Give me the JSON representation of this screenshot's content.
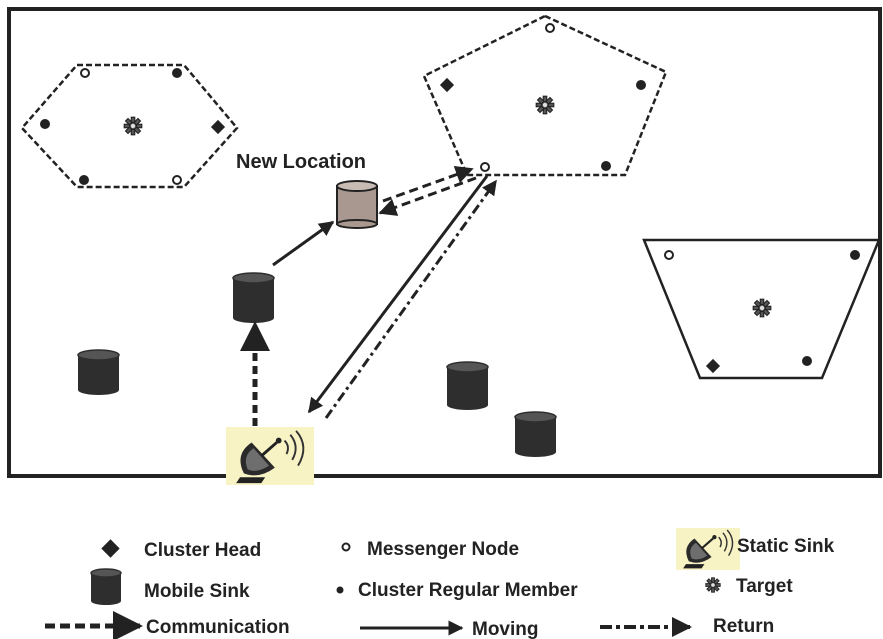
{
  "annotations": {
    "new_location": "New Location"
  },
  "legend": {
    "cluster_head": "Cluster Head",
    "messenger_node": "Messenger Node",
    "static_sink": "Static Sink",
    "mobile_sink": "Mobile Sink",
    "cluster_regular_member": "Cluster Regular Member",
    "target": "Target",
    "communication": "Communication",
    "moving": "Moving",
    "return": "Return"
  },
  "colors": {
    "ink": "#222222",
    "sink_dark": "#2e2e2e",
    "sink_moved": "#a89890",
    "static_sink_bg": "#f7f3c4"
  },
  "icons": {
    "cluster_head": "diamond-icon",
    "messenger_node": "hollow-circle-icon",
    "cluster_regular_member": "filled-dot-icon",
    "target": "gear-star-icon",
    "mobile_sink": "cylinder-icon",
    "static_sink": "satellite-dish-icon"
  }
}
